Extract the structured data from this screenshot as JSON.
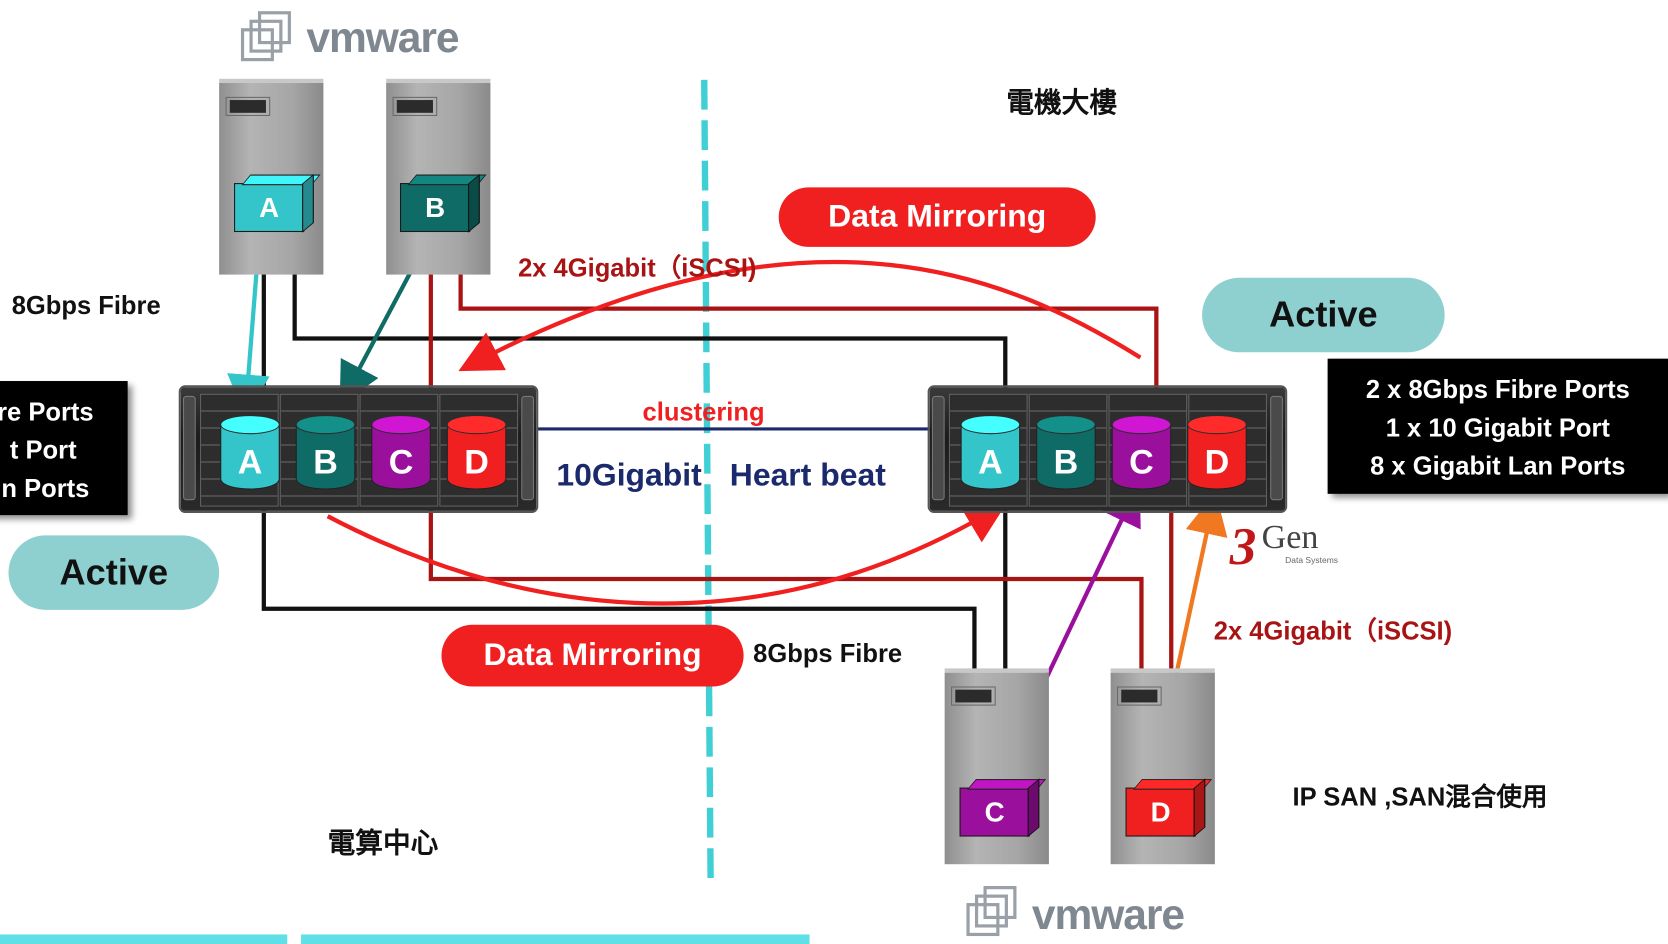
{
  "top_vmware": {
    "logo_text": "vmware"
  },
  "bottom_vmware": {
    "logo_text": "vmware"
  },
  "label_8gbps_fibre_left": "8Gbps Fibre",
  "label_8gbps_fibre_bottom": "8Gbps Fibre",
  "label_iscsi_top": "2x 4Gigabit（iSCSI)",
  "label_iscsi_right": "2x 4Gigabit（iSCSI)",
  "data_mirroring_top": "Data Mirroring",
  "data_mirroring_bottom": "Data Mirroring",
  "active_left": "Active",
  "active_right": "Active",
  "clustering": "clustering",
  "heartbeat_left": "10Gigabit",
  "heartbeat_right": "Heart beat",
  "building_label": "電機大樓",
  "center_label": "電算中心",
  "ipsan_label": "IP SAN ,SAN混合使用",
  "brand_3gen": {
    "main": "Gen",
    "digit": "3",
    "sub": "Data Systems"
  },
  "left_ports_box": [
    "re Ports",
    "t Port",
    "n Ports"
  ],
  "right_ports_box": [
    "2 x 8Gbps Fibre Ports",
    "1 x 10 Gigabit Port",
    "8 x Gigabit Lan Ports"
  ],
  "servers": {
    "A": "A",
    "B": "B",
    "C": "C",
    "D": "D"
  },
  "volumes_left": [
    "A",
    "B",
    "C",
    "D"
  ],
  "volumes_right": [
    "A",
    "B",
    "C",
    "D"
  ],
  "colors": {
    "teal_light": "#33c5c9",
    "teal_dark": "#0f6b66",
    "purple": "#9a109c",
    "red": "#f02020",
    "dark_red": "#a81414",
    "navy": "#1a2a6c",
    "pill_teal": "#8ecfcf",
    "cyan_dash": "#40cfd4"
  }
}
